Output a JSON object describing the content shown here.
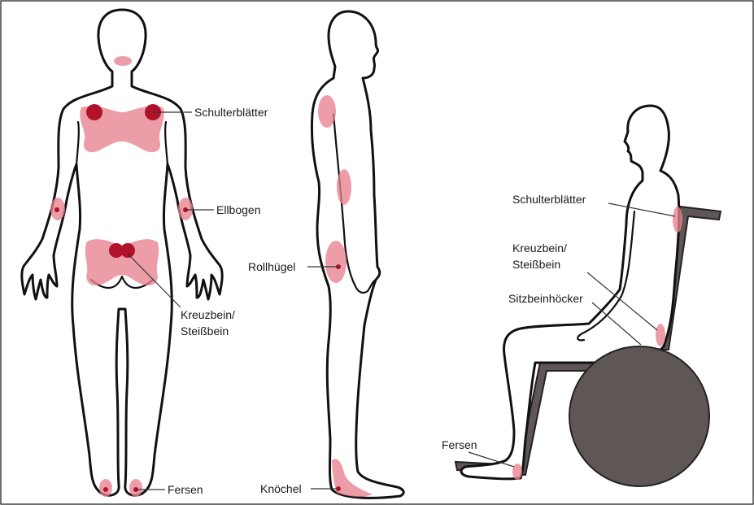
{
  "labels": {
    "front_shoulder": "Schulterblätter",
    "front_elbow": "Ellbogen",
    "front_sacrum_line1": "Kreuzbein/",
    "front_sacrum_line2": "Steißbein",
    "front_heels": "Fersen",
    "side_hip": "Rollhügel",
    "side_ankle": "Knöchel",
    "seated_shoulder": "Schulterblätter",
    "seated_sacrum_line1": "Kreuzbein/",
    "seated_sacrum_line2": "Steißbein",
    "seated_ischium": "Sitzbeinhöcker",
    "seated_heels": "Fersen"
  },
  "colors": {
    "pressure_zone": "#e8828f",
    "pressure_point": "#b0122a",
    "wheelchair": "#5f5656",
    "outline": "#111111"
  }
}
